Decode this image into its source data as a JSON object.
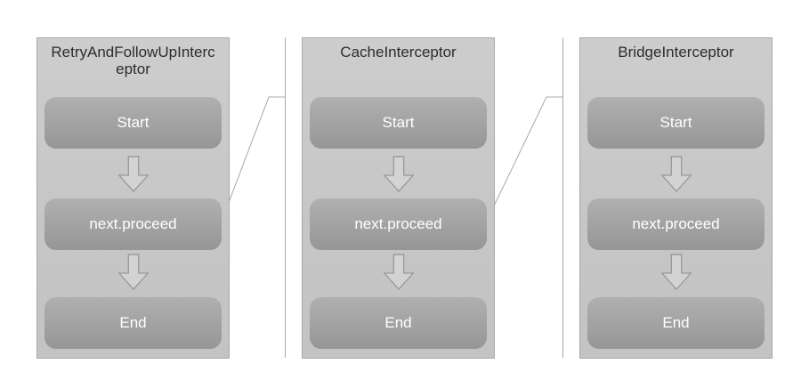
{
  "diagram": {
    "type": "flow",
    "panels": [
      {
        "title": "RetryAndFollowUpInterceptor",
        "nodes": [
          "Start",
          "next.proceed",
          "End"
        ]
      },
      {
        "title": "CacheInterceptor",
        "nodes": [
          "Start",
          "next.proceed",
          "End"
        ]
      },
      {
        "title": "BridgeInterceptor",
        "nodes": [
          "Start",
          "next.proceed",
          "End"
        ]
      }
    ],
    "connectors": [
      {
        "from": "RetryAndFollowUpInterceptor.next.proceed",
        "to": "CacheInterceptor"
      },
      {
        "from": "CacheInterceptor.next.proceed",
        "to": "BridgeInterceptor"
      }
    ],
    "colors": {
      "canvas_bg": "#ffffff",
      "panel_bg": "#c8c8c8",
      "panel_border": "#a9a9a9",
      "node_top": "#b0b0b0",
      "node_bottom": "#969696",
      "node_text": "#ffffff",
      "title_text": "#2c2c2c",
      "connector": "#a8a8a8",
      "arrow_fill": "#d3d3d3",
      "arrow_stroke": "#929292"
    }
  }
}
